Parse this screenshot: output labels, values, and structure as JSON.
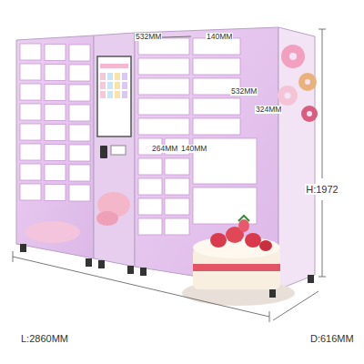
{
  "diagram": {
    "labels": [
      "532MM",
      "140MM",
      "532MM",
      "324MM",
      "264MM",
      "140MM",
      "H:1972",
      "L:2860MM",
      "D:616MM"
    ]
  }
}
